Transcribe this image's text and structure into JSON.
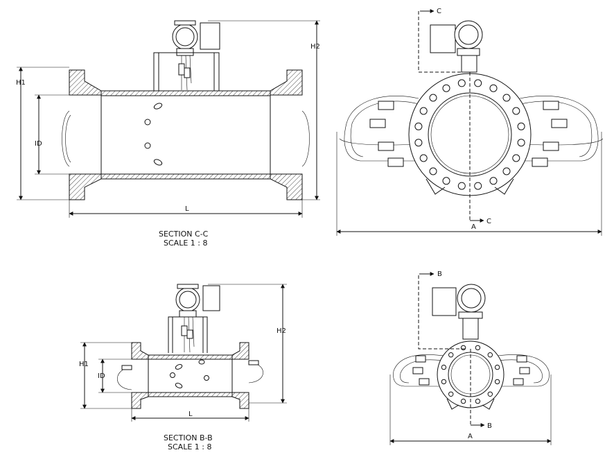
{
  "top_section": {
    "caption_title": "SECTION C-C",
    "caption_scale": "SCALE 1 : 8",
    "label_h1": "H1",
    "label_h2": "H2",
    "label_id": "ID",
    "label_l": "L"
  },
  "top_end_view": {
    "label_a": "A",
    "cut_top": "C",
    "cut_bottom": "C"
  },
  "bottom_section": {
    "caption_title": "SECTION B-B",
    "caption_scale": "SCALE 1 : 8",
    "label_h1": "H1",
    "label_h2": "H2",
    "label_id": "ID",
    "label_l": "L"
  },
  "bottom_end_view": {
    "label_a": "A",
    "cut_top": "B",
    "cut_bottom": "B"
  }
}
